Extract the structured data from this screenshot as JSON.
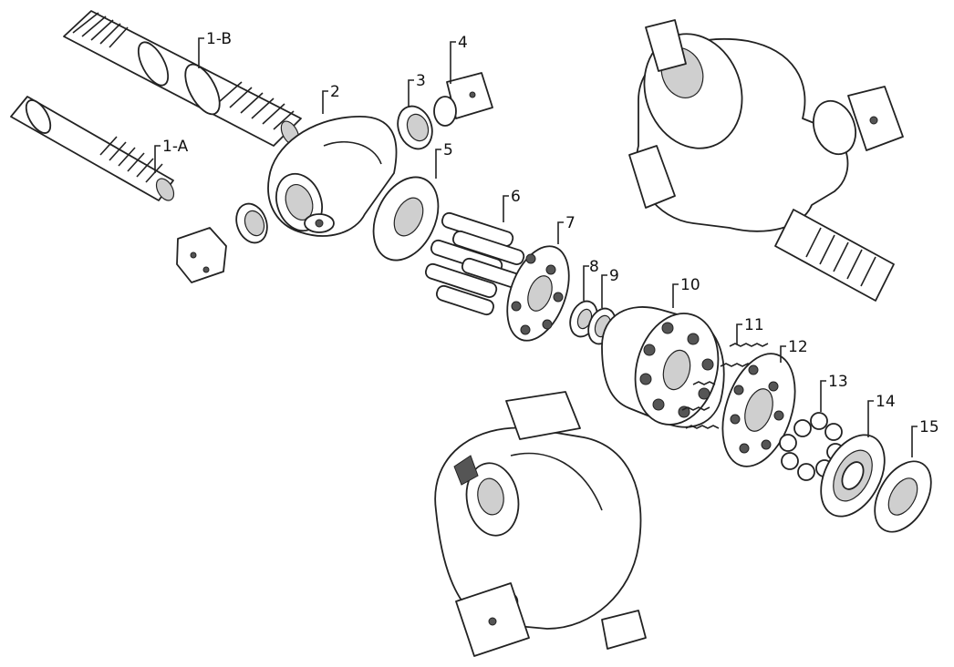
{
  "callouts": [
    {
      "id": "1-A",
      "text": "1-A"
    },
    {
      "id": "1-B",
      "text": "1-B"
    },
    {
      "id": "2",
      "text": "2"
    },
    {
      "id": "3",
      "text": "3"
    },
    {
      "id": "4",
      "text": "4"
    },
    {
      "id": "5",
      "text": "5"
    },
    {
      "id": "6",
      "text": "6"
    },
    {
      "id": "7",
      "text": "7"
    },
    {
      "id": "8",
      "text": "8"
    },
    {
      "id": "9",
      "text": "9"
    },
    {
      "id": "10",
      "text": "10"
    },
    {
      "id": "11",
      "text": "11"
    },
    {
      "id": "12",
      "text": "12"
    },
    {
      "id": "13",
      "text": "13"
    },
    {
      "id": "14",
      "text": "14"
    },
    {
      "id": "15",
      "text": "15"
    }
  ]
}
